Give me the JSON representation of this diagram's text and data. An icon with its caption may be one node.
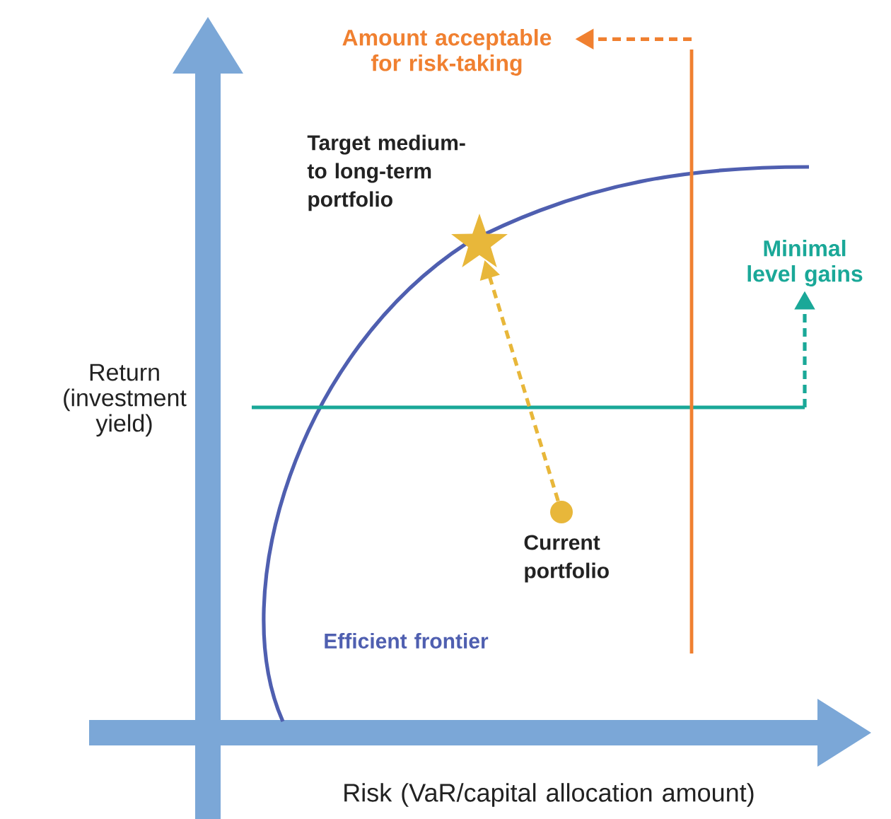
{
  "diagram": {
    "nodes": [
      {
        "text": [
          "Amount acceptable for risk-taking"
        ]
      },
      {
        "text": [
          "Minimal level gains"
        ]
      },
      {
        "text": [],
        "shape": "star",
        "beside": [
          "Target medium- to long-term portfolio"
        ]
      },
      {
        "text": [],
        "shape": "circle",
        "beside": [
          "Current portfolio"
        ]
      }
    ],
    "edges": [
      {
        "from": null,
        "to": 0,
        "arrow": "to",
        "style": "dashed",
        "color": "#f08030"
      },
      {
        "from": null,
        "to": 1,
        "arrow": "to",
        "style": "dashed",
        "color": "#1aa898"
      },
      {
        "from": 3,
        "to": 2,
        "arrow": "to",
        "style": "dashed",
        "color": "#e8b73a"
      }
    ],
    "labels": [
      "Return (investment yield)",
      "Efficient frontier",
      "Risk (VaR/capital allocation amount)"
    ]
  }
}
